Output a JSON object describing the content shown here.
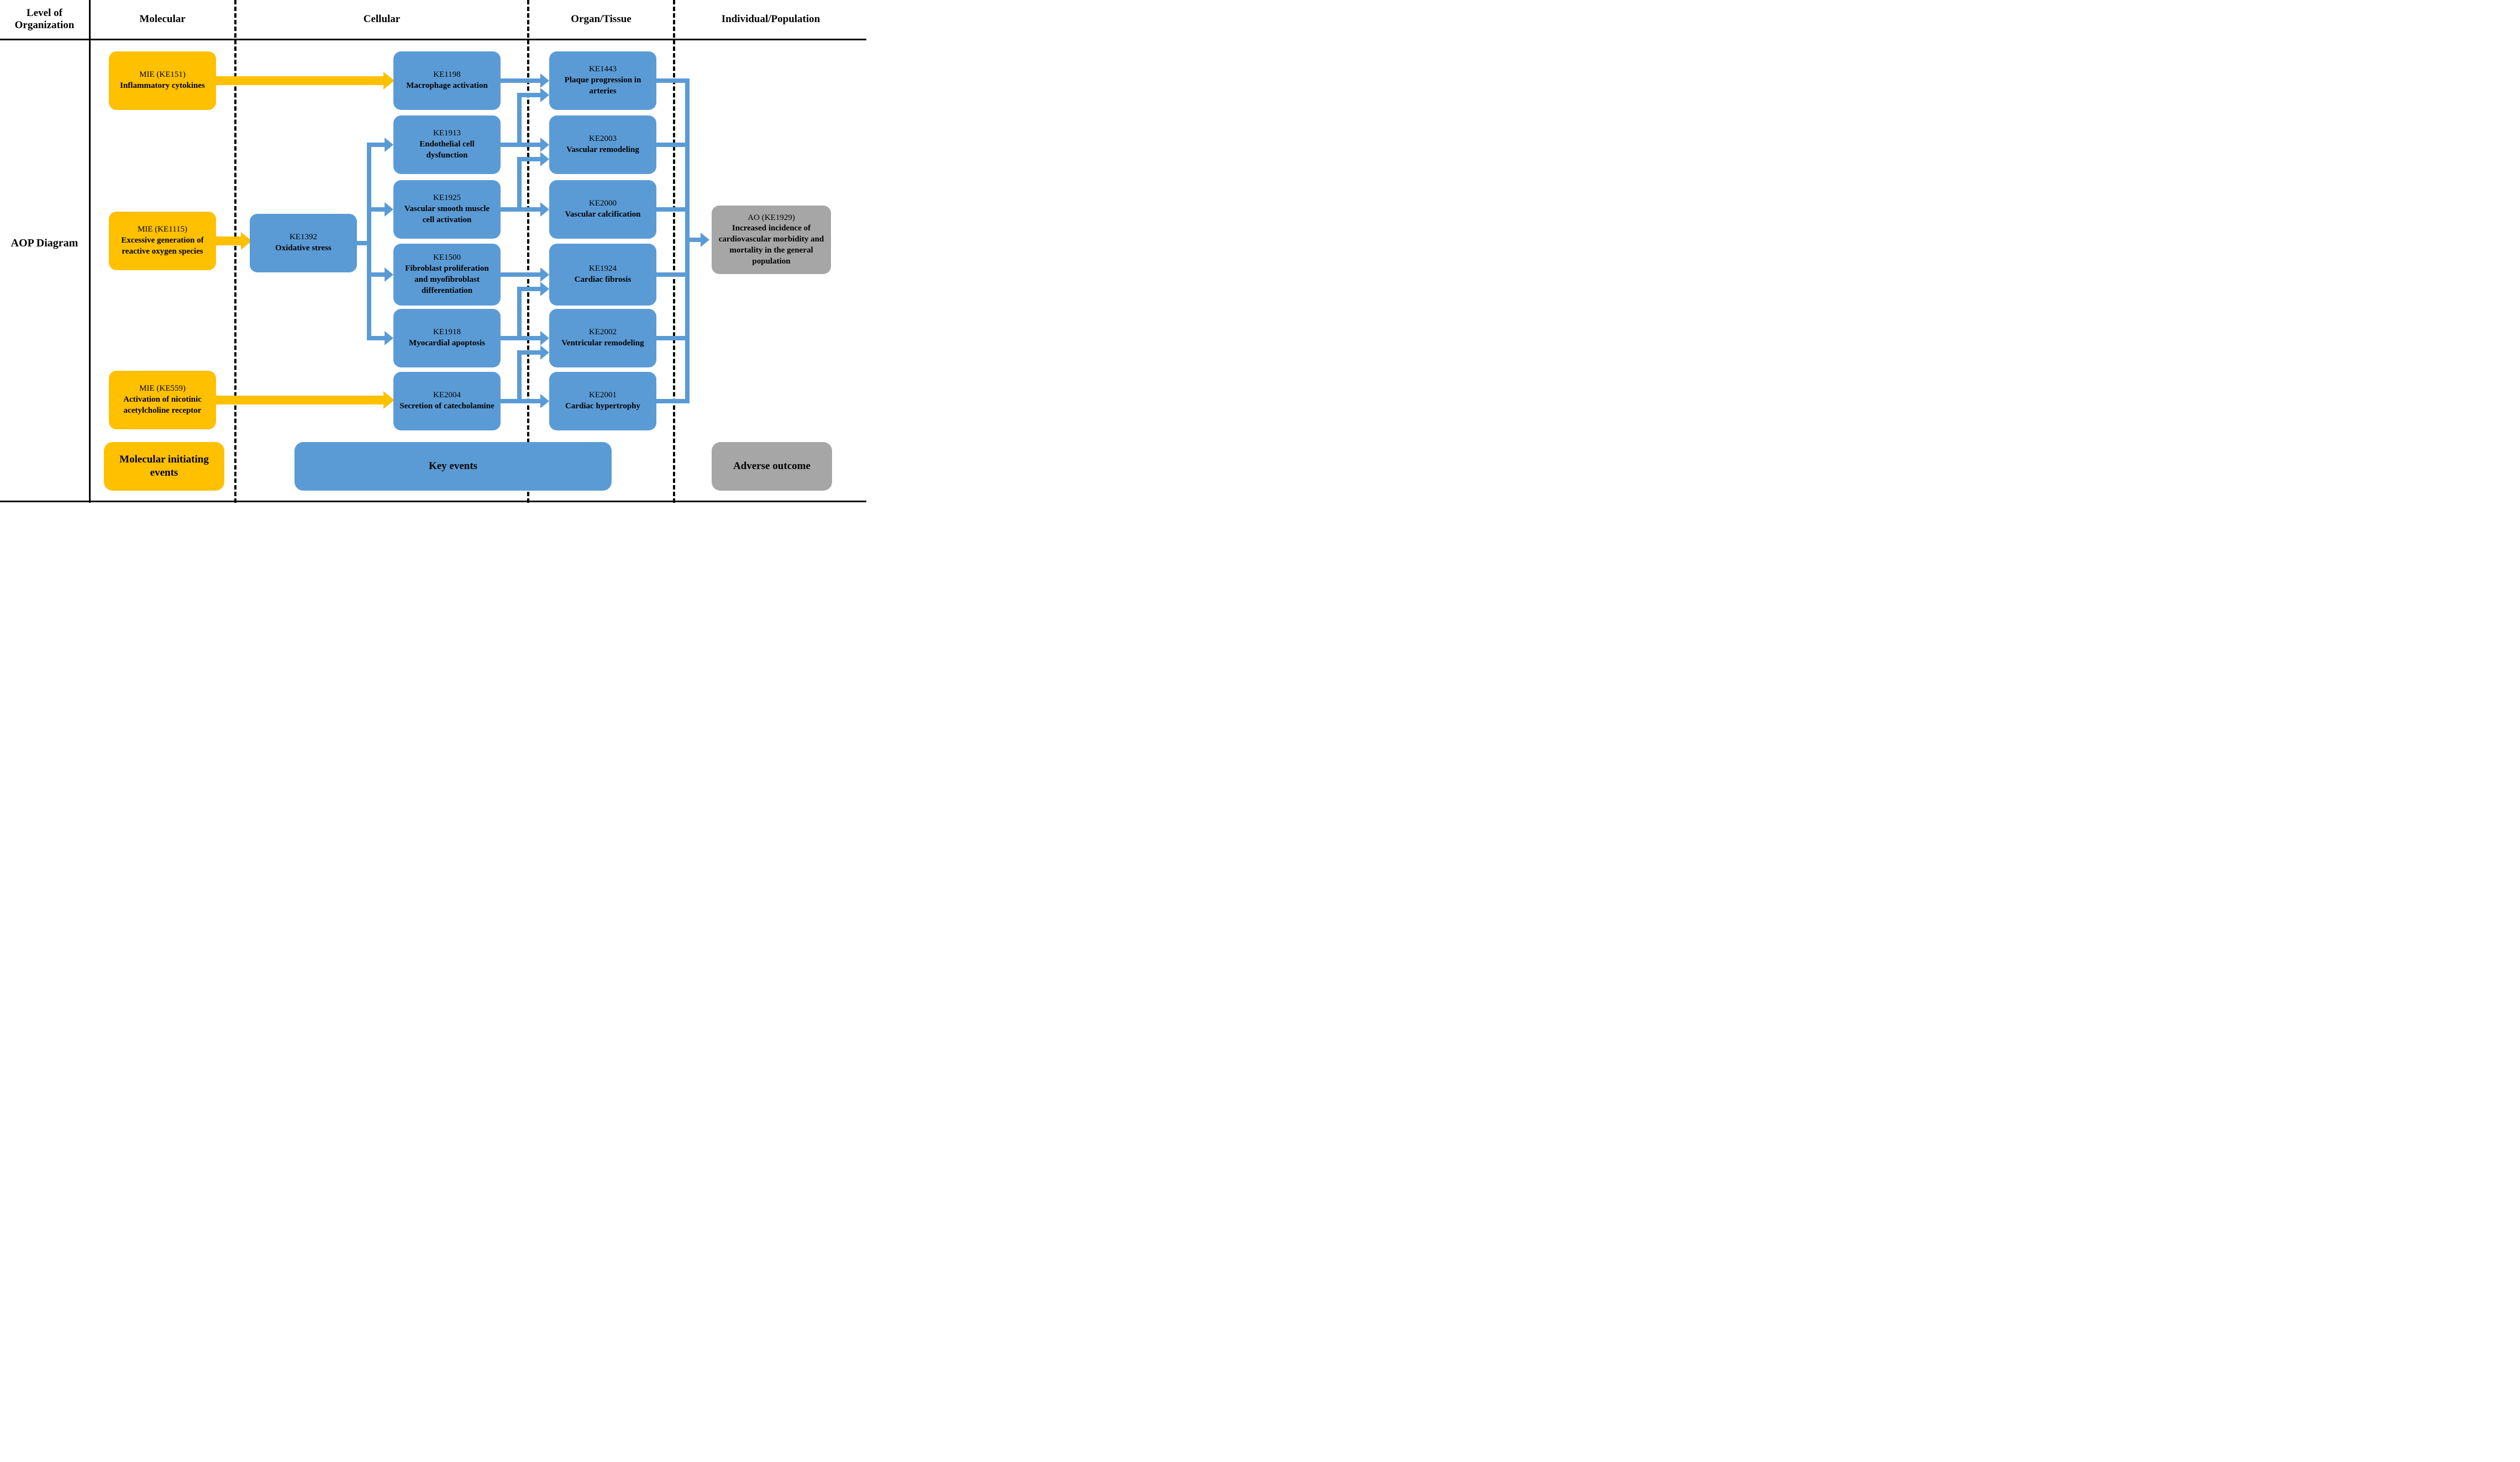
{
  "header": {
    "level_of_organization": "Level of Organization",
    "columns": [
      "Molecular",
      "Cellular",
      "Organ/Tissue",
      "Individual/Population"
    ]
  },
  "row_label": "AOP Diagram",
  "colors": {
    "mie_yellow": "#FFC000",
    "ke_blue": "#5B9BD5",
    "ao_gray": "#A6A6A6",
    "line_black": "#000000"
  },
  "nodes": {
    "mie151": {
      "id": "MIE (KE151)",
      "label": "Inflammatory cytokines"
    },
    "mie1115": {
      "id": "MIE (KE1115)",
      "label": "Excessive generation of reactive oxygen species"
    },
    "mie559": {
      "id": "MIE (KE559)",
      "label": "Activation of nicotinic acetylcholine receptor"
    },
    "ke1392": {
      "id": "KE1392",
      "label": "Oxidative stress"
    },
    "ke1198": {
      "id": "KE1198",
      "label": "Macrophage activation"
    },
    "ke1913": {
      "id": "KE1913",
      "label": "Endothelial cell dysfunction"
    },
    "ke1925": {
      "id": "KE1925",
      "label": "Vascular smooth muscle cell activation"
    },
    "ke1500": {
      "id": "KE1500",
      "label": "Fibroblast proliferation and myofibroblast differentiation"
    },
    "ke1918": {
      "id": "KE1918",
      "label": "Myocardial apoptosis"
    },
    "ke2004": {
      "id": "KE2004",
      "label": "Secretion of catecholamine"
    },
    "ke1443": {
      "id": "KE1443",
      "label": "Plaque progression in arteries"
    },
    "ke2003": {
      "id": "KE2003",
      "label": "Vascular remodeling"
    },
    "ke2000": {
      "id": "KE2000",
      "label": "Vascular calcification"
    },
    "ke1924": {
      "id": "KE1924",
      "label": "Cardiac fibrosis"
    },
    "ke2002": {
      "id": "KE2002",
      "label": "Ventricular remodeling"
    },
    "ke2001": {
      "id": "KE2001",
      "label": "Cardiac hypertrophy"
    },
    "ao1929": {
      "id": "AO (KE1929)",
      "label": "Increased incidence of cardiovascular morbidity and mortality in the general population"
    }
  },
  "legend": {
    "mie": "Molecular initiating events",
    "ke": "Key events",
    "ao": "Adverse outcome"
  }
}
